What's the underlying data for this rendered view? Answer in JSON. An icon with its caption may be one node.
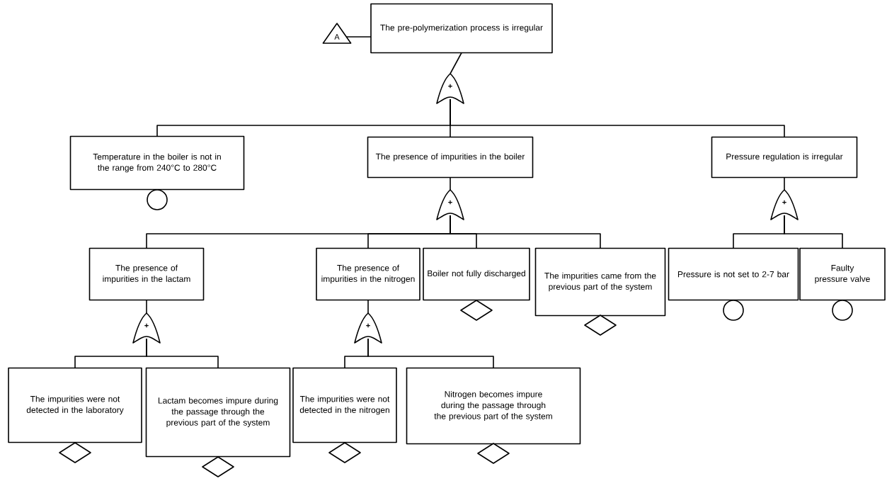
{
  "diagram": {
    "nodes": [
      {
        "text": [
          "The pre-polymerization process is irregular"
        ]
      },
      {
        "text": [
          "A"
        ]
      },
      {
        "text": [
          "+"
        ]
      },
      {
        "text": [
          "Temperature in the boiler is not in the range from 240°C to 280°C"
        ]
      },
      {
        "text": [
          "The presence of impurities in the boiler"
        ]
      },
      {
        "text": [
          "Pressure regulation is irregular"
        ]
      },
      {
        "text": [],
        "shape": "circle"
      },
      {
        "text": [
          "+"
        ]
      },
      {
        "text": [
          "+"
        ]
      },
      {
        "text": [
          "The presence of impurities in the lactam"
        ]
      },
      {
        "text": [
          "The presence of impurities in the nitrogen"
        ]
      },
      {
        "text": [
          "Boiler not fully discharged"
        ]
      },
      {
        "text": [
          "The impurities came from the previous part of the system"
        ]
      },
      {
        "text": [
          "Pressure is not set to 2-7 bar"
        ]
      },
      {
        "text": [
          "Faulty pressure valve"
        ]
      },
      {
        "text": [],
        "shape": "diamond"
      },
      {
        "text": [],
        "shape": "diamond"
      },
      {
        "text": [],
        "shape": "circle"
      },
      {
        "text": [],
        "shape": "circle"
      },
      {
        "text": [
          "+"
        ]
      },
      {
        "text": [
          "+"
        ]
      },
      {
        "text": [
          "The impurities were not detected in the laboratory"
        ]
      },
      {
        "text": [
          "Lactam becomes impure during the passage through the previous part of the system"
        ]
      },
      {
        "text": [
          "The impurities were not detected in the nitrogen"
        ]
      },
      {
        "text": [
          "Nitrogen becomes impure during the passage through the previous part of the system"
        ]
      },
      {
        "text": [],
        "shape": "diamond"
      },
      {
        "text": [],
        "shape": "diamond"
      },
      {
        "text": [],
        "shape": "diamond"
      },
      {
        "text": [],
        "shape": "diamond"
      }
    ],
    "edges": [
      {
        "from": 1,
        "to": 0,
        "arrow": "none"
      },
      {
        "from": 0,
        "to": 2,
        "arrow": "none"
      },
      {
        "from": 2,
        "to": 3,
        "arrow": "none"
      },
      {
        "from": 2,
        "to": 4,
        "arrow": "none"
      },
      {
        "from": 2,
        "to": 5,
        "arrow": "none"
      },
      {
        "from": 4,
        "to": 7,
        "arrow": "none"
      },
      {
        "from": 5,
        "to": 8,
        "arrow": "none"
      },
      {
        "from": 7,
        "to": 9,
        "arrow": "none"
      },
      {
        "from": 7,
        "to": 10,
        "arrow": "none"
      },
      {
        "from": 7,
        "to": 11,
        "arrow": "none"
      },
      {
        "from": 7,
        "to": 12,
        "arrow": "none"
      },
      {
        "from": 8,
        "to": 13,
        "arrow": "none"
      },
      {
        "from": 8,
        "to": 14,
        "arrow": "none"
      },
      {
        "from": 9,
        "to": 19,
        "arrow": "none"
      },
      {
        "from": 10,
        "to": 20,
        "arrow": "none"
      },
      {
        "from": 19,
        "to": 21,
        "arrow": "none"
      },
      {
        "from": 19,
        "to": 22,
        "arrow": "none"
      },
      {
        "from": 20,
        "to": 23,
        "arrow": "none"
      },
      {
        "from": 20,
        "to": 24,
        "arrow": "none"
      }
    ]
  }
}
